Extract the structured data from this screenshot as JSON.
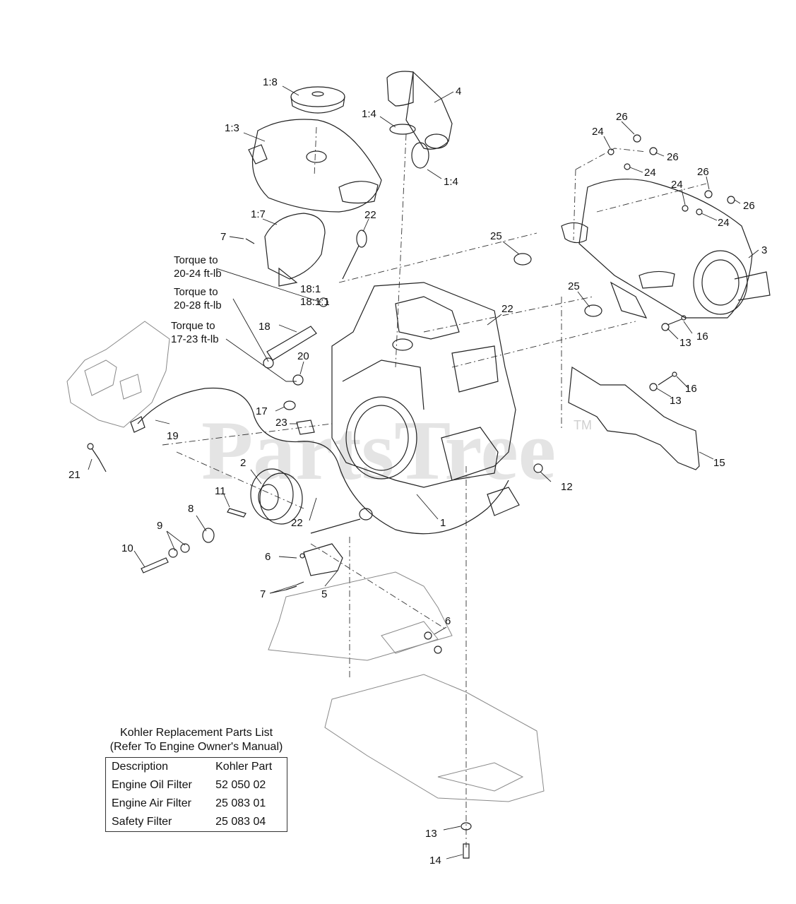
{
  "watermark": {
    "text": "PartsTree",
    "tm": "TM"
  },
  "callouts": [
    {
      "id": "c1-8",
      "label": "1:8"
    },
    {
      "id": "c4",
      "label": "4"
    },
    {
      "id": "c1-4a",
      "label": "1:4"
    },
    {
      "id": "c1-3",
      "label": "1:3"
    },
    {
      "id": "c1-4b",
      "label": "1:4"
    },
    {
      "id": "c26a",
      "label": "26"
    },
    {
      "id": "c24a",
      "label": "24"
    },
    {
      "id": "c26b",
      "label": "26"
    },
    {
      "id": "c24b",
      "label": "24"
    },
    {
      "id": "c26c",
      "label": "26"
    },
    {
      "id": "c24c",
      "label": "24"
    },
    {
      "id": "c26d",
      "label": "26"
    },
    {
      "id": "c24d",
      "label": "24"
    },
    {
      "id": "c1-7",
      "label": "1:7"
    },
    {
      "id": "c22a",
      "label": "22"
    },
    {
      "id": "c7a",
      "label": "7"
    },
    {
      "id": "c25a",
      "label": "25"
    },
    {
      "id": "c3",
      "label": "3"
    },
    {
      "id": "c25b",
      "label": "25"
    },
    {
      "id": "c22b",
      "label": "22"
    },
    {
      "id": "c18-1",
      "label": "18:1"
    },
    {
      "id": "c18-1-1",
      "label": "18:1:1"
    },
    {
      "id": "c16a",
      "label": "16"
    },
    {
      "id": "c13a",
      "label": "13"
    },
    {
      "id": "c18",
      "label": "18"
    },
    {
      "id": "c20",
      "label": "20"
    },
    {
      "id": "c16b",
      "label": "16"
    },
    {
      "id": "c13b",
      "label": "13"
    },
    {
      "id": "c17",
      "label": "17"
    },
    {
      "id": "c23",
      "label": "23"
    },
    {
      "id": "c19",
      "label": "19"
    },
    {
      "id": "c15",
      "label": "15"
    },
    {
      "id": "c2",
      "label": "2"
    },
    {
      "id": "c21",
      "label": "21"
    },
    {
      "id": "c12",
      "label": "12"
    },
    {
      "id": "c11",
      "label": "11"
    },
    {
      "id": "c8",
      "label": "8"
    },
    {
      "id": "c22c",
      "label": "22"
    },
    {
      "id": "c1",
      "label": "1"
    },
    {
      "id": "c9",
      "label": "9"
    },
    {
      "id": "c10",
      "label": "10"
    },
    {
      "id": "c6a",
      "label": "6"
    },
    {
      "id": "c7b",
      "label": "7"
    },
    {
      "id": "c5",
      "label": "5"
    },
    {
      "id": "c6b",
      "label": "6"
    },
    {
      "id": "c13c",
      "label": "13"
    },
    {
      "id": "c14",
      "label": "14"
    }
  ],
  "torque_notes": [
    {
      "line1": "Torque to",
      "line2": "20-24 ft-lb"
    },
    {
      "line1": "Torque to",
      "line2": "20-28 ft-lb"
    },
    {
      "line1": "Torque to",
      "line2": "17-23 ft-lb"
    }
  ],
  "parts_list": {
    "title_line1": "Kohler Replacement Parts List",
    "title_line2": "(Refer To Engine Owner's Manual)",
    "headers": [
      "Description",
      "Kohler Part"
    ],
    "rows": [
      [
        "Engine Oil Filter",
        "52 050 02"
      ],
      [
        "Engine Air Filter",
        "25 083 01"
      ],
      [
        "Safety Filter",
        "25 083 04"
      ]
    ]
  }
}
